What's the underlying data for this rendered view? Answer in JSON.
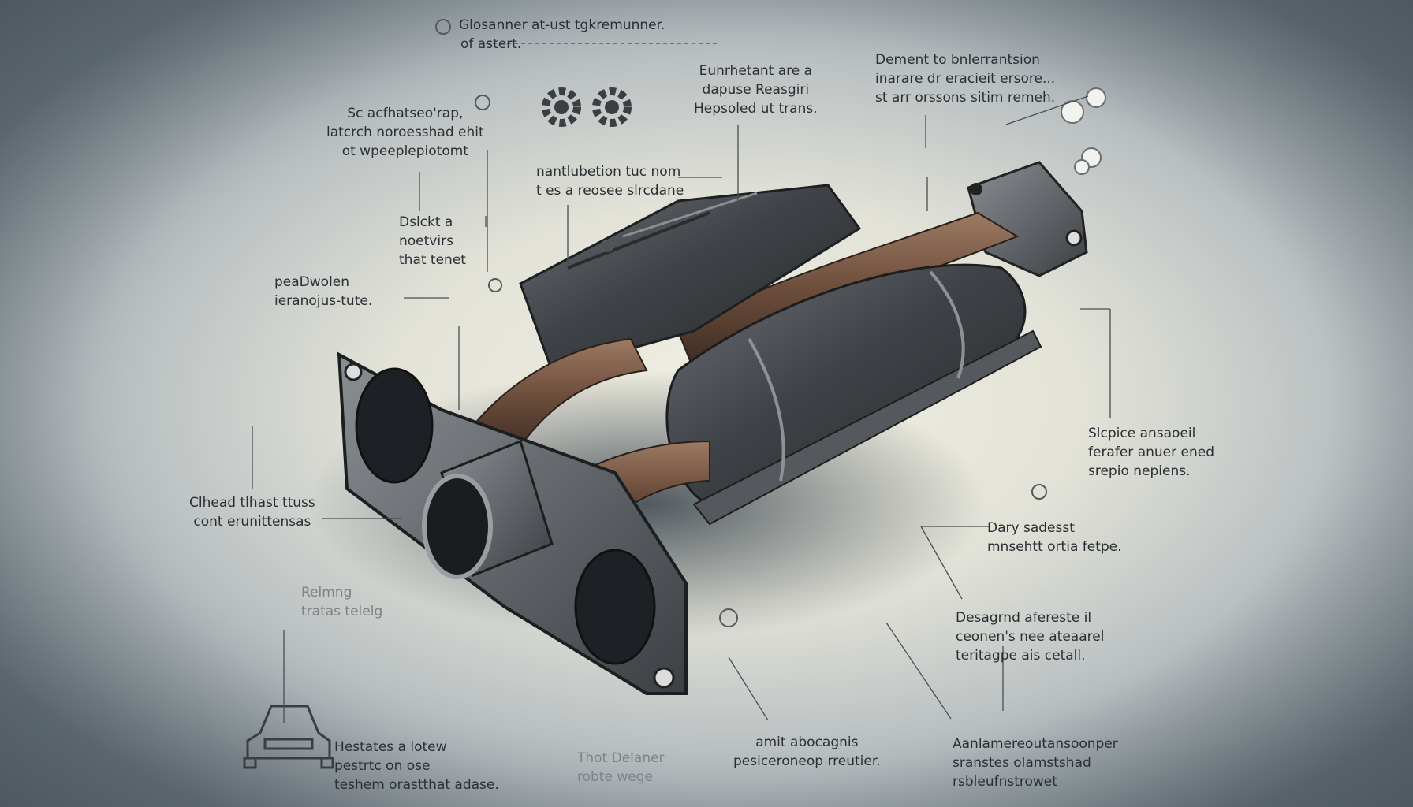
{
  "labels": {
    "top_center": {
      "line1": "Glosanner at-ust tgkremunner.",
      "line2": "of astert."
    },
    "upper_left": {
      "line1": "Sc acfhatseo'rap,",
      "line2": "latcrch noroesshad ehit",
      "line3": "ot wpeeplepiotomt"
    },
    "center_top": {
      "line1": "Eunrhetant are a",
      "line2": "dapuse Reasgiri",
      "line3": "Hepsoled ut trans."
    },
    "right_top": {
      "line1": "Dement to bnlerrantsion",
      "line2": "inarare dr eracieit ersore...",
      "line3": "st arr orssons sitim remeh."
    },
    "center_mid": {
      "line1": "nantlubetion tuc nom",
      "line2": "t es a reosee slrcdane"
    },
    "left_mid": {
      "line1": "Dslckt a",
      "line2": "noetvirs",
      "line3": "that tenet"
    },
    "left_lower": {
      "line1": "peaDwolen",
      "line2": "ieranojus-tute."
    },
    "right_mid": {
      "line1": "Slcpice ansaoeil",
      "line2": "ferafer anuer ened",
      "line3": "srepio nepiens."
    },
    "left_bottom_mid": {
      "line1": "Clhead tlhast ttuss",
      "line2": "cont erunittensas"
    },
    "right_lower": {
      "line1": "Dary sadesst",
      "line2": "mnsehtt ortia fetpe."
    },
    "left_small": {
      "line1": "Relmng",
      "line2": "tratas telelg"
    },
    "right_bottom_mid": {
      "line1": "Desagrnd afereste il",
      "line2": "ceonen's nee ateaarel",
      "line3": "teritagpe ais cetall."
    },
    "bottom_left": {
      "line1": "Hestates a lotew",
      "line2": "pestrtc on ose",
      "line3": "teshem orastthat adase."
    },
    "bottom_center_left": {
      "line1": "Thot Delaner",
      "line2": "robte wege"
    },
    "bottom_center": {
      "line1": "amit abocagnis",
      "line2": "pesiceroneop rreutier."
    },
    "bottom_right": {
      "line1": "Aanlamereoutansoonper",
      "line2": "sranstes olamstshad",
      "line3": "rsbleufnstrowet"
    }
  },
  "icons": [
    "gear-icon",
    "exhaust-smoke-icon",
    "car-icon",
    "info-icon"
  ],
  "colors": {
    "text": "#2b2f33",
    "metal": "#4a4e52",
    "rust": "#7b5a45"
  }
}
